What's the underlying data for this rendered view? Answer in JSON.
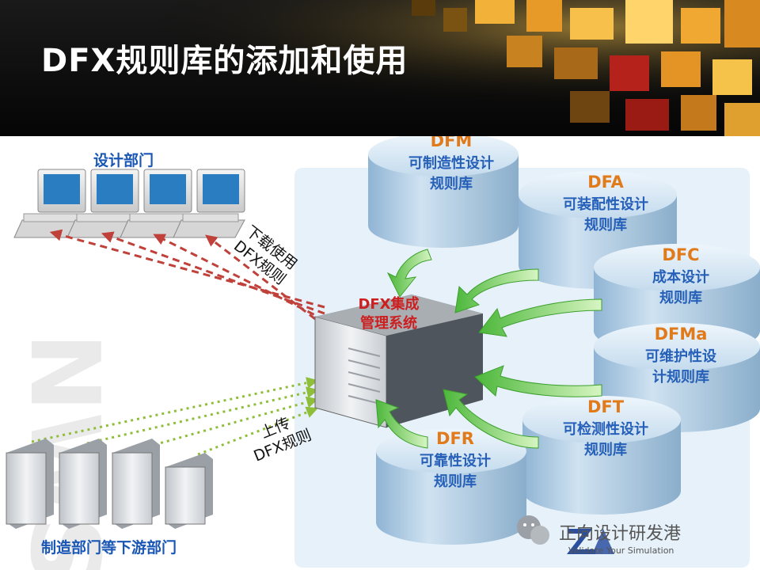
{
  "title": "DFX规则库的添加和使用",
  "departments": {
    "design": "设计部门",
    "manufacturing": "制造部门等下游部门"
  },
  "flows": {
    "download": [
      "下载使用",
      "DFX规则"
    ],
    "upload": [
      "上传",
      "DFX规则"
    ]
  },
  "system": {
    "label_line1": "DFX集成",
    "label_line2": "管理系统"
  },
  "databases": [
    {
      "code": "DFM",
      "name_line1": "可制造性设计",
      "name_line2": "规则库"
    },
    {
      "code": "DFA",
      "name_line1": "可装配性设计",
      "name_line2": "规则库"
    },
    {
      "code": "DFC",
      "name_line1": "成本设计",
      "name_line2": "规则库"
    },
    {
      "code": "DFMa",
      "name_line1": "可维护性设",
      "name_line2": "计规则库"
    },
    {
      "code": "DFT",
      "name_line1": "可检测性设计",
      "name_line2": "规则库"
    },
    {
      "code": "DFR",
      "name_line1": "可靠性设计",
      "name_line2": "规则库"
    }
  ],
  "watermark": {
    "account": "正向设计研发港",
    "tagline": "Validate Your Simulation"
  },
  "colors": {
    "header_bg": "#0b0b0b",
    "accent_orange": "#f0a020",
    "db_code": "#e07a1a",
    "db_text": "#2660b8",
    "system_text": "#cc1f1f",
    "download_arrow": "#c0403a",
    "upload_arrow": "#8fbf3a",
    "flow_arrow": "#5ec24a"
  }
}
